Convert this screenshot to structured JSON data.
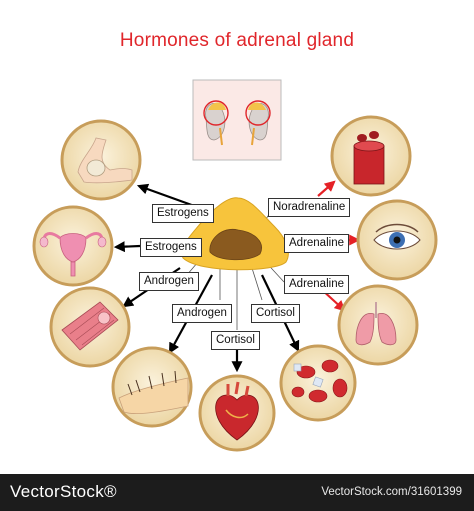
{
  "title": "Hormones of adrenal gland",
  "hormones": {
    "estrogens_upper": "Estrogens",
    "estrogens_lower": "Estrogens",
    "androgen_left": "Androgen",
    "androgen_center": "Androgen",
    "cortisol_center": "Cortisol",
    "cortisol_right": "Cortisol",
    "noradrenaline": "Noradrenaline",
    "adrenaline_upper": "Adrenaline",
    "adrenaline_lower": "Adrenaline"
  },
  "targets": [
    "bone-joint",
    "uterus-ovaries",
    "muscle",
    "skin-hair",
    "heart",
    "blood-cells",
    "blood-vessel",
    "eye",
    "lungs"
  ],
  "colors": {
    "title": "#e0262b",
    "arrow_red": "#e52126",
    "arrow_black": "#000000",
    "circle_ring": "#c79d5a",
    "circle_fill": "#f6e7c3",
    "gland": "#f7c43c"
  },
  "footer": {
    "brand": "VectorStock®",
    "credit": "VectorStock.com/31601399"
  }
}
